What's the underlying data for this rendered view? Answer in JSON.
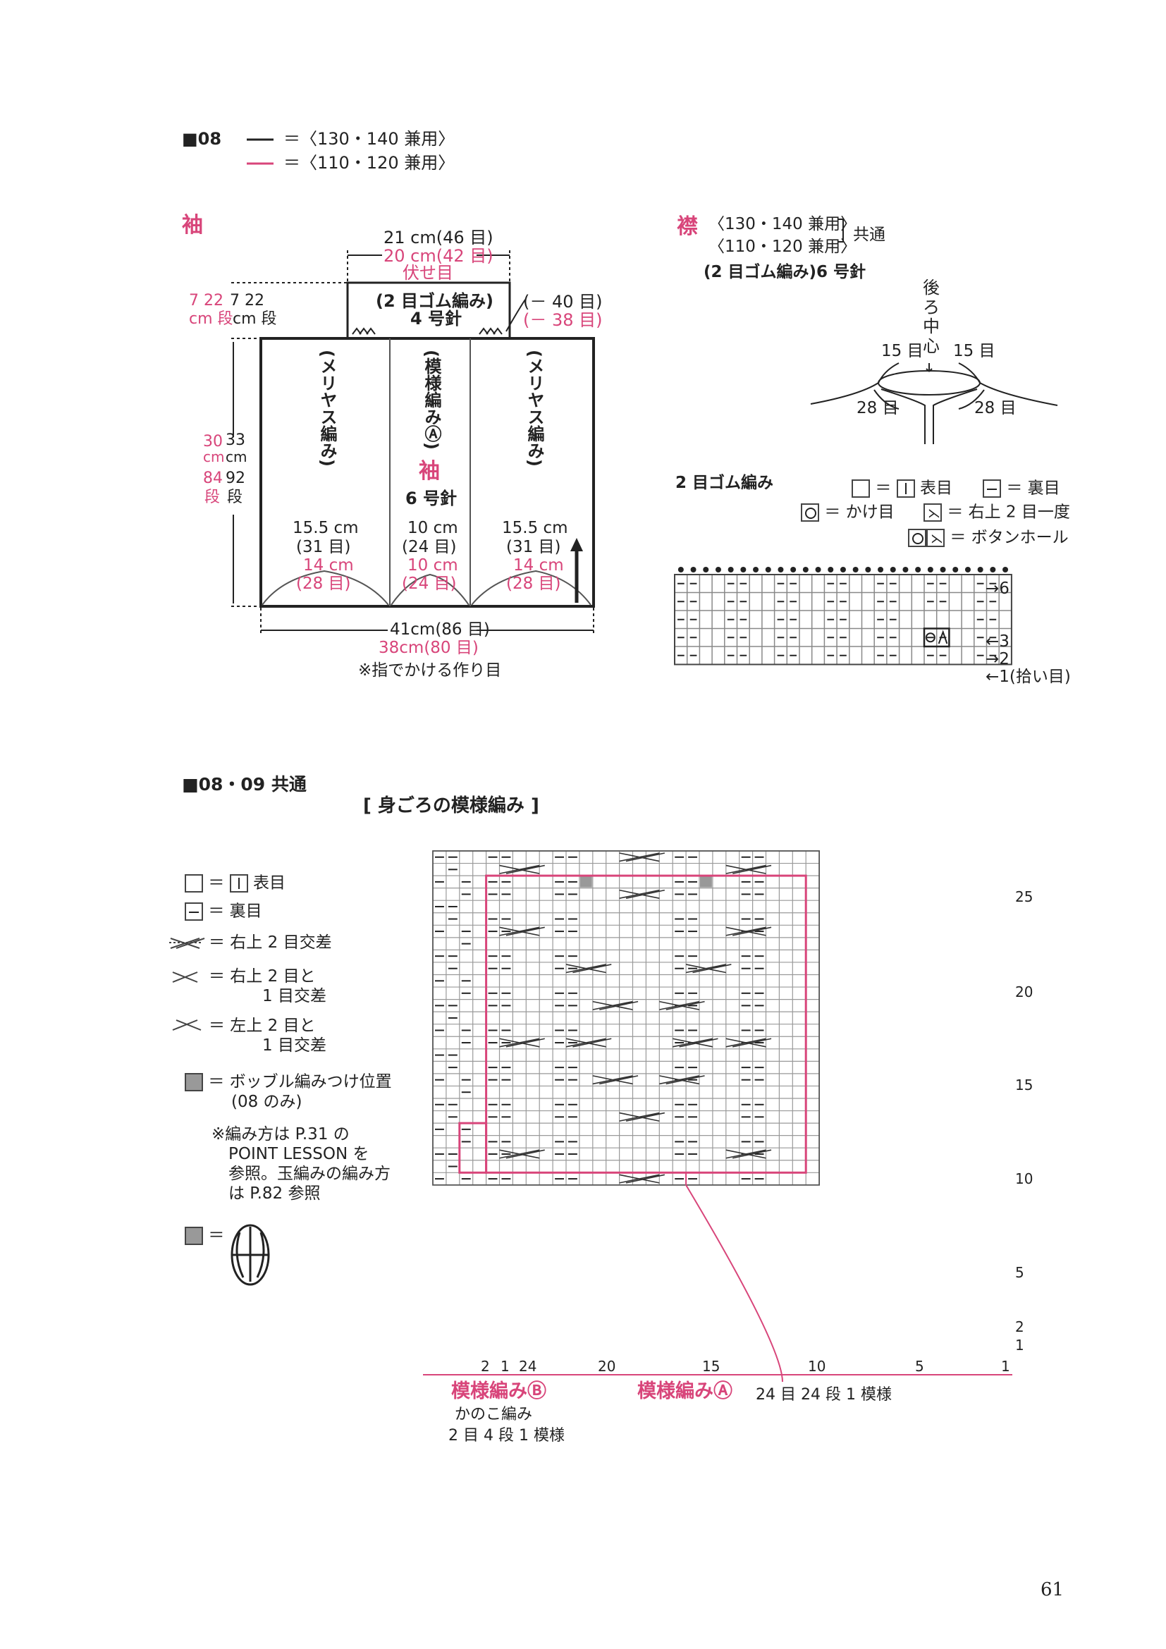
{
  "header": {
    "section": "■08",
    "legend_black": "＝〈130・140 兼用〉",
    "legend_pink": "＝〈110・120 兼用〉",
    "colors": {
      "black": "#222222",
      "pink": "#d8457a"
    }
  },
  "sleeve": {
    "title": "袖",
    "top_width_black": "21 cm(46 目)",
    "top_width_pink": "20 cm(42 目)",
    "bind_off": "伏せ目",
    "cuff_left_black": "7 22",
    "cuff_left_pink": "7 22",
    "cuff_left_unit_black": "cm 段",
    "cuff_left_unit_pink": "cm 段",
    "cuff_label_1": "(2 目ゴム編み)",
    "cuff_label_2": "4 号針",
    "cuff_dec_black": "(－ 40 目)",
    "cuff_dec_pink": "(－ 38 目)",
    "col_left": "(メリヤス編み)",
    "col_center": "(模様編みⒶ)",
    "col_right": "(メリヤス編み)",
    "center_title": "袖",
    "center_needle": "6 号針",
    "left_w_black": "15.5 cm",
    "left_st_black": "(31 目)",
    "left_w_pink": "14 cm",
    "left_st_pink": "(28 目)",
    "center_w_black": "10 cm",
    "center_st_black": "(24 目)",
    "center_w_pink": "10 cm",
    "center_st_pink": "(24 目)",
    "right_w_black": "15.5 cm",
    "right_st_black": "(31 目)",
    "right_w_pink": "14 cm",
    "right_st_pink": "(28 目)",
    "height_black_1": "33",
    "height_black_2": "cm",
    "height_black_3": "92",
    "height_black_4": "段",
    "height_pink_1": "30",
    "height_pink_2": "cm",
    "height_pink_3": "84",
    "height_pink_4": "段",
    "bottom_black": "41cm(86 目)",
    "bottom_pink": "38cm(80 目)",
    "cast_on": "※指でかける作り目"
  },
  "collar": {
    "title": "襟",
    "size_1": "〈130・140 兼用〉",
    "size_2": "〈110・120 兼用〉",
    "common": "共通",
    "method": "(2 目ゴム編み)6 号針",
    "back_center": "後ろ中心",
    "left_top": "15 目",
    "right_top": "15 目",
    "left_bottom": "28 目",
    "right_bottom": "28 目"
  },
  "rib_chart": {
    "title": "2 目ゴム編み",
    "leg_knit": "＝",
    "leg_knit_txt": "表目",
    "leg_purl": "＝ 裏目",
    "leg_yo": "＝ かけ目",
    "leg_k2tog": "＝ 右上 2 目一度",
    "leg_buttonhole": "＝ ボタンホール",
    "row_6": "→6",
    "row_3": "←3",
    "row_2": "→2",
    "row_1": "←1(拾い目)"
  },
  "body": {
    "section": "■08・09 共通",
    "title": "[ 身ごろの模様編み ]",
    "leg_knit": "＝",
    "leg_knit_txt": "表目",
    "leg_purl": "＝ 裏目",
    "leg_c1": "＝ 右上 2 目交差",
    "leg_c2a": "＝ 右上 2 目と",
    "leg_c2b": "1 目交差",
    "leg_c3a": "＝ 左上 2 目と",
    "leg_c3b": "1 目交差",
    "leg_bobble_a": "＝ ボッブル編みつけ位置",
    "leg_bobble_b": "(08 のみ)",
    "note_1": "※編み方は P.31 の",
    "note_2": "POINT LESSON を",
    "note_3": "参照。玉編みの編み方",
    "note_4": "は P.82 参照",
    "leg_eq": "＝",
    "row_labels": [
      "25",
      "20",
      "15",
      "10",
      "5",
      "2",
      "1"
    ],
    "col_labels": [
      "2",
      "1",
      "24",
      "20",
      "15",
      "10",
      "5",
      "1"
    ],
    "pattern_b": "模様編みⒷ",
    "pattern_b_name": "かのこ編み",
    "pattern_b_repeat": "2 目 4 段 1 模様",
    "pattern_a": "模様編みⒶ",
    "pattern_a_repeat": "24 目 24 段 1 模様"
  },
  "page_number": "61"
}
